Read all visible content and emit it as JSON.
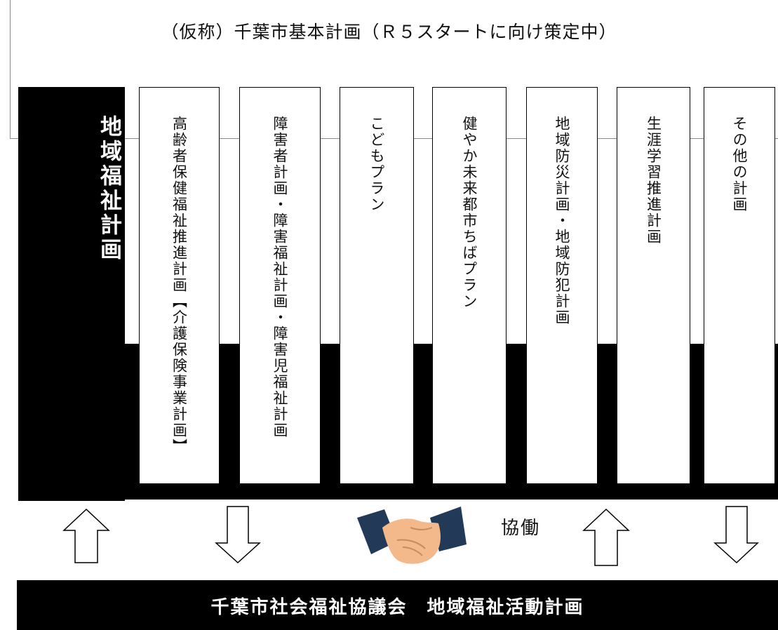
{
  "top_title": "（仮称）千葉市基本計画（Ｒ５スタートに向け策定中）",
  "main_plan": "地域福祉計画",
  "plans": [
    "高齢者保健福祉推進計画【介護保険事業計画】",
    "障害者計画・障害福祉計画・障害児福祉計画",
    "こどもプラン",
    "健やか未来都市ちばプラン",
    "地域防災計画・地域防犯計画",
    "生涯学習推進計画",
    "その他の計画"
  ],
  "collaboration_label": "協働",
  "bottom_bar": "千葉市社会福祉協議会　地域福祉活動計画",
  "icons": [
    "arrow-up-icon",
    "arrow-down-icon",
    "handshake-icon"
  ]
}
